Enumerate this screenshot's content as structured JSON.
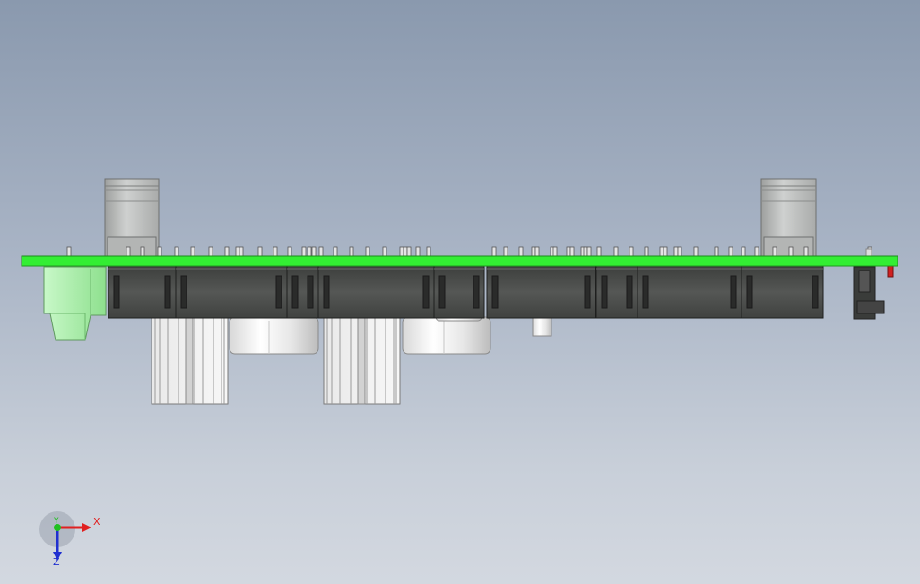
{
  "viewport": {
    "background_top": "#8a99ae",
    "background_bottom": "#d3d8e0"
  },
  "model": {
    "pcb_color": "#33ee33",
    "connector_color": "#4a4c4a",
    "bracket_color": "#bfc1c0",
    "terminal_block_color": "#a8f0a8",
    "pin_color": "#e4e4e4"
  },
  "triad": {
    "x_label": "X",
    "y_label": "Y",
    "z_label": "Z",
    "x_color": "#e02020",
    "y_color": "#20c020",
    "z_color": "#2030d0"
  }
}
